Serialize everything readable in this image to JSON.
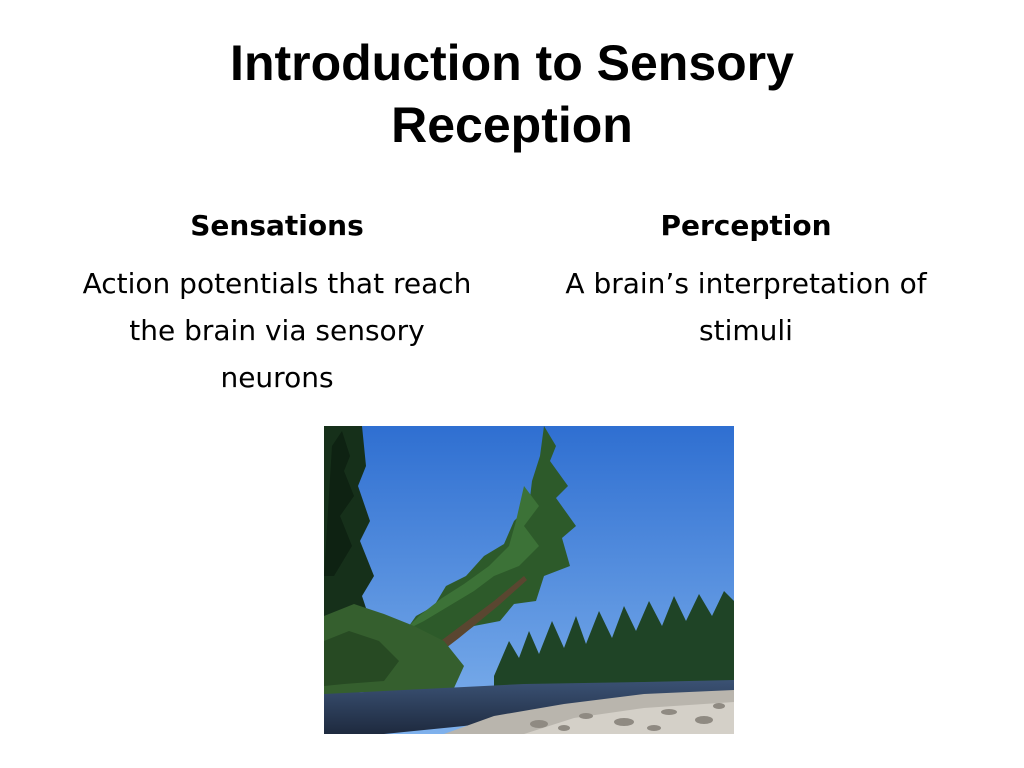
{
  "slide": {
    "title": "Introduction to Sensory Reception",
    "left_column": {
      "heading": "Sensations",
      "body": "Action potentials that reach the brain via sensory neurons"
    },
    "right_column": {
      "heading": "Perception",
      "body": "A brain’s interpretation of stimuli"
    }
  },
  "colors": {
    "sky": "#3f7fd9",
    "forest": "#1f4426",
    "water": "#2c3e5c"
  }
}
